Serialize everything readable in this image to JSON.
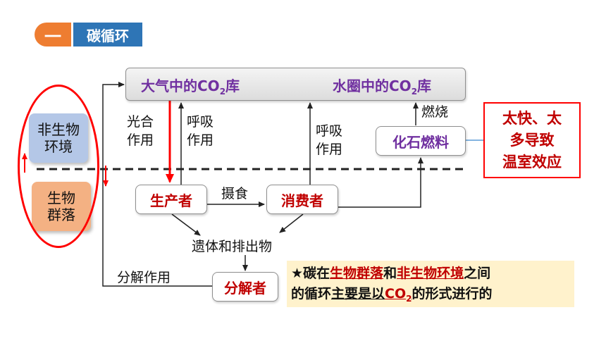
{
  "title": {
    "number": "一",
    "text": "碳循环"
  },
  "side": {
    "abiotic_line1": "非生物",
    "abiotic_line2": "环境",
    "biotic_line1": "生物",
    "biotic_line2": "群落"
  },
  "atmosphere": {
    "left_main": "大气中的CO",
    "left_sub": "2",
    "left_tail": "库",
    "right_main": "水圈中的CO",
    "right_sub": "2",
    "right_tail": "库"
  },
  "labels": {
    "photosynthesis_1": "光合",
    "photosynthesis_2": "作用",
    "respiration_1": "呼吸",
    "respiration_2": "作用",
    "respiration2_1": "呼吸",
    "respiration2_2": "作用",
    "combustion": "燃烧",
    "ingestion": "摄食",
    "remains": "遗体和排出物",
    "decomposition": "分解作用"
  },
  "nodes": {
    "producer": "生产者",
    "consumer": "消费者",
    "decomposer": "分解者",
    "fossil_fuel": "化石燃料"
  },
  "warning": {
    "line1": "太快、太",
    "line2": "多导致",
    "line3": "温室效应"
  },
  "note": {
    "star": "★碳在",
    "biotic": "生物群落",
    "and": "和",
    "abiotic": "非生物环境",
    "between": "之间",
    "cycle": "的循环",
    "mainly": "主要是以",
    "co2": "CO",
    "co2_sub": "2",
    "tail": "的形式进行的"
  },
  "colors": {
    "accent_orange": "#ee7d31",
    "accent_blue": "#2e75b6",
    "purple": "#7030a0",
    "dark_red": "#c00000",
    "red": "#ff0000"
  }
}
